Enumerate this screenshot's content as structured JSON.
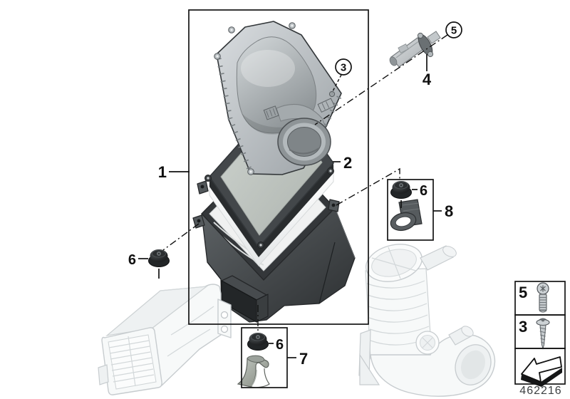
{
  "diagram": {
    "drawing_number": "462216",
    "callouts": {
      "c1": "1",
      "c2": "2",
      "c3": "3",
      "c4": "4",
      "c5": "5",
      "c6_left": "6",
      "c6_right": "6",
      "c6_bottom": "6",
      "c7": "7",
      "c8": "8"
    },
    "legend": {
      "rows": [
        {
          "label": "5",
          "icon": "torx-pan-head-screw-icon"
        },
        {
          "label": "3",
          "icon": "self-tapping-screw-icon"
        },
        {
          "label": "",
          "icon": "direction-arrow-icon"
        }
      ]
    },
    "colors": {
      "background": "#ffffff",
      "line": "#111111",
      "housing_dark": "#3a3e40",
      "lid_gray": "#b7bdc0",
      "filter_media": "#c2c8c2",
      "foam_white": "#f6f7f7",
      "ghost_part": "#f4f6f7",
      "grommet_black": "#1c1e20"
    }
  }
}
